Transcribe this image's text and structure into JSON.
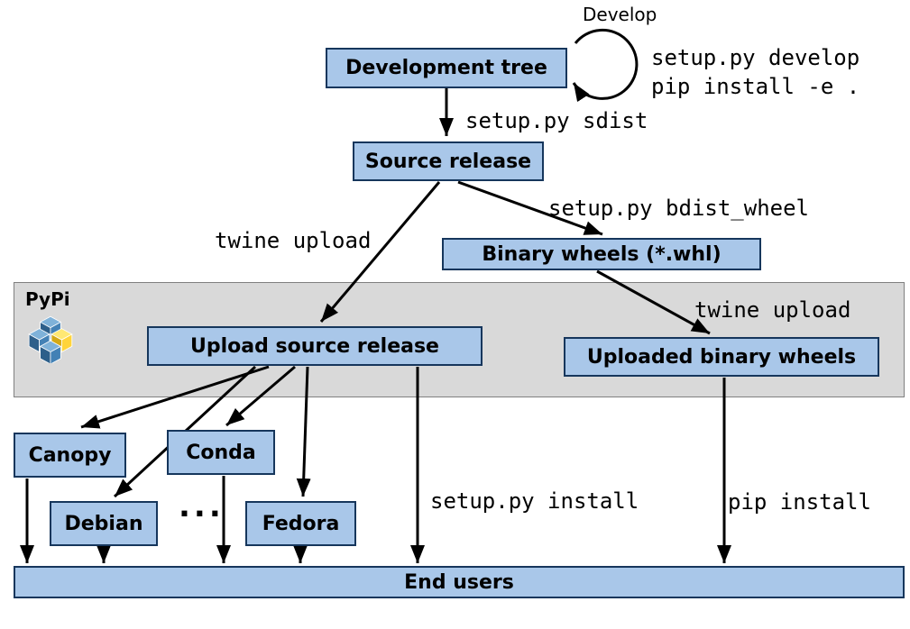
{
  "colors": {
    "node_fill": "#a9c7e9",
    "node_border": "#16365c",
    "band_fill": "#d9d9d9",
    "band_border": "#808080",
    "arrow": "#000000",
    "pypi_blue": "#306998",
    "pypi_yellow": "#ffd43b"
  },
  "nodes": {
    "development_tree": "Development tree",
    "source_release": "Source release",
    "binary_wheels": "Binary wheels (*.whl)",
    "upload_source_release": "Upload source release",
    "uploaded_binary_wheels": "Uploaded binary wheels",
    "canopy": "Canopy",
    "conda": "Conda",
    "debian": "Debian",
    "fedora": "Fedora",
    "end_users": "End users"
  },
  "edge_labels": {
    "develop": "Develop",
    "setup_py_develop": "setup.py develop",
    "pip_install_editable": "pip install -e .",
    "setup_py_sdist": "setup.py sdist",
    "twine_upload_source": "twine upload",
    "setup_py_bdist_wheel": "setup.py bdist_wheel",
    "twine_upload_wheels": "twine upload",
    "setup_py_install": "setup.py install",
    "pip_install": "pip install"
  },
  "band": {
    "label": "PyPi"
  },
  "ellipsis": "..."
}
